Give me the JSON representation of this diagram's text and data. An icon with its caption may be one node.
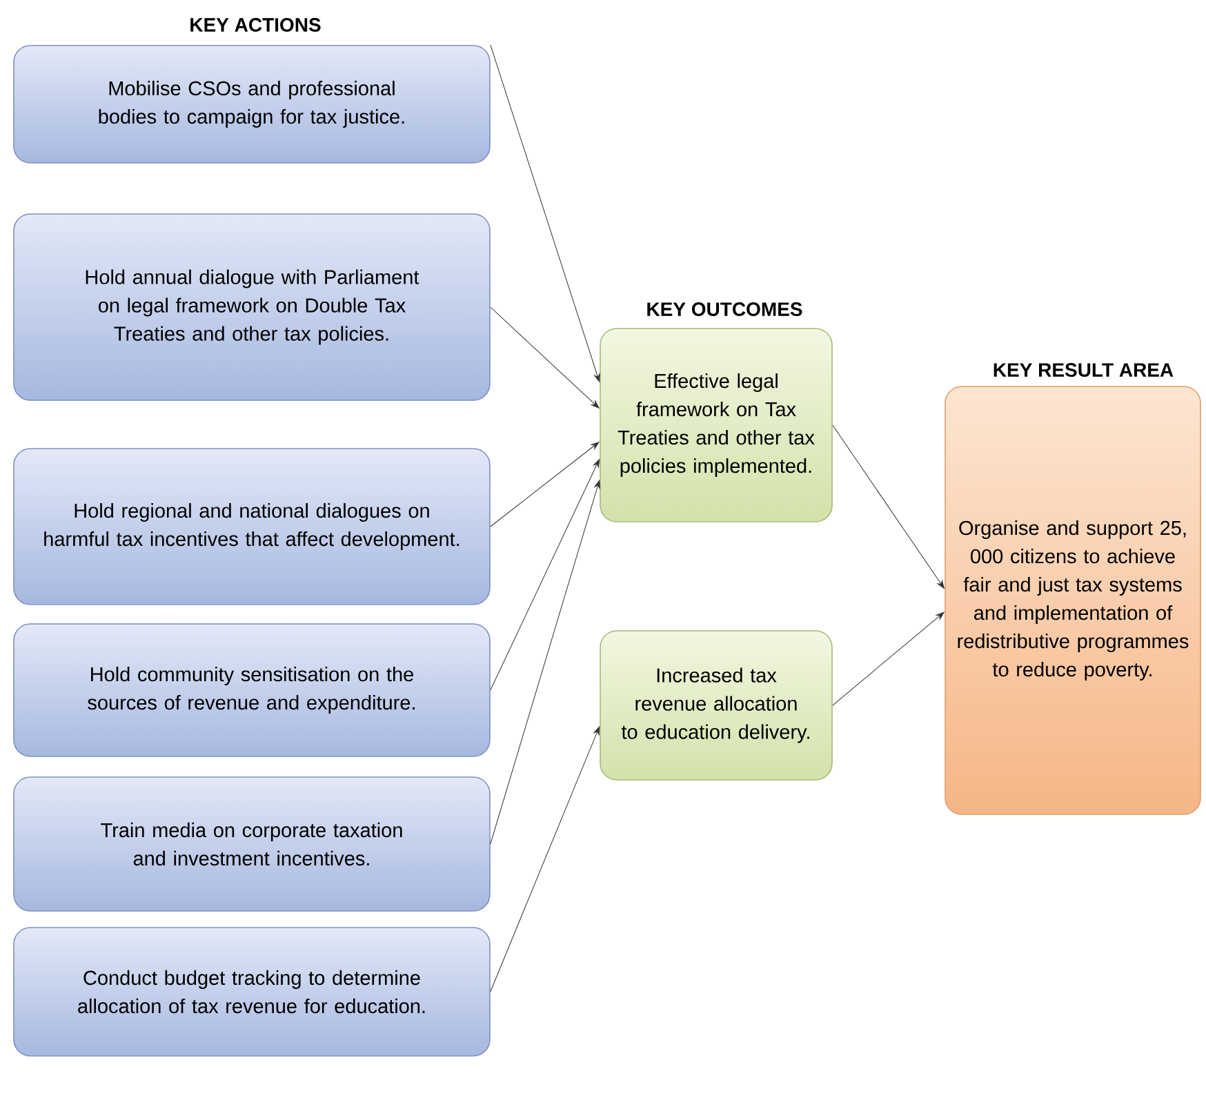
{
  "diagram": {
    "nodes": [
      {
        "text": [
          "Mobilise CSOs and professional bodies to campaign for tax justice."
        ]
      },
      {
        "text": [
          "Hold annual dialogue with Parliament on legal framework on Double Tax Treaties and other tax policies."
        ]
      },
      {
        "text": [
          "Hold regional and national dialogues on harmful tax incentives that affect development."
        ]
      },
      {
        "text": [
          "Hold community sensitisation on the sources of revenue and expenditure."
        ]
      },
      {
        "text": [
          "Train media on corporate taxation and investment incentives."
        ]
      },
      {
        "text": [
          "Conduct budget tracking to determine allocation of tax revenue for education."
        ]
      },
      {
        "text": [
          "Effective legal framework on Tax Treaties and other tax policies implemented."
        ]
      },
      {
        "text": [
          "Increased tax revenue allocation to education delivery."
        ]
      },
      {
        "text": [
          "Organise and support 25, 000 citizens to achieve fair and just tax systems and implementation of redistributive programmes to reduce poverty."
        ]
      }
    ],
    "edges": [
      {
        "from": 0,
        "to": 6,
        "arrow": "to"
      },
      {
        "from": 1,
        "to": 6,
        "arrow": "to"
      },
      {
        "from": 2,
        "to": 6,
        "arrow": "to"
      },
      {
        "from": 3,
        "to": 6,
        "arrow": "to"
      },
      {
        "from": 4,
        "to": 6,
        "arrow": "to"
      },
      {
        "from": 5,
        "to": 7,
        "arrow": "to"
      },
      {
        "from": 6,
        "to": 8,
        "arrow": "to"
      },
      {
        "from": 7,
        "to": 8,
        "arrow": "to"
      }
    ],
    "labels": [
      "KEY ACTIONS",
      "KEY OUTCOMES",
      "KEY RESULT AREA"
    ]
  }
}
